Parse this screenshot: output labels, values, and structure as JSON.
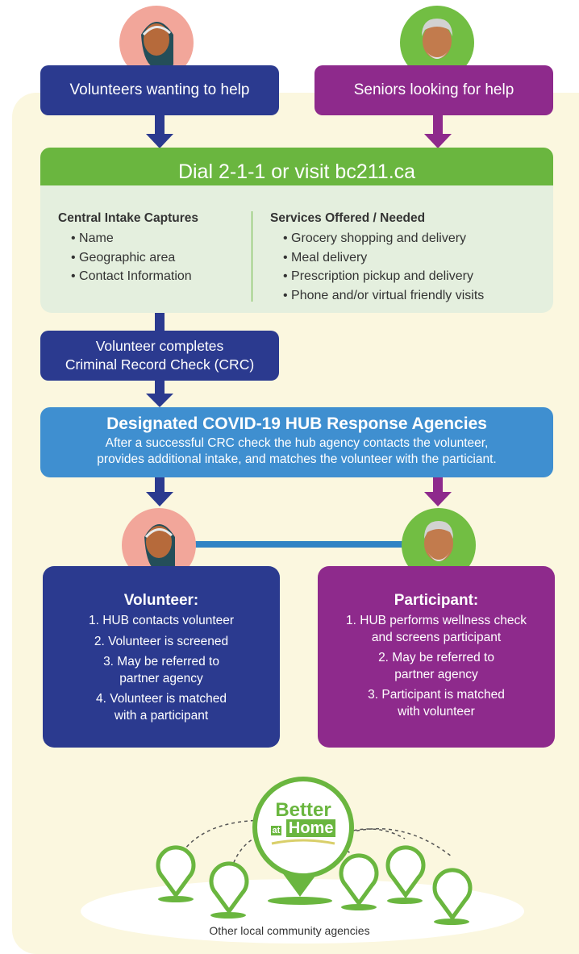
{
  "top": {
    "volunteers_label": "Volunteers wanting to help",
    "seniors_label": "Seniors looking for help"
  },
  "dial": {
    "text": "Dial 2-1-1 or visit bc211.ca"
  },
  "intake": {
    "title": "Central Intake Captures",
    "items": [
      "Name",
      "Geographic area",
      "Contact Information"
    ]
  },
  "services": {
    "title": "Services Offered / Needed",
    "items": [
      "Grocery shopping and delivery",
      "Meal delivery",
      "Prescription pickup and delivery",
      "Phone and/or virtual friendly visits"
    ]
  },
  "crc": {
    "line1": "Volunteer completes",
    "line2": "Criminal Record Check (CRC)"
  },
  "hub": {
    "title": "Designated COVID-19 HUB Response Agencies",
    "line1": "After a successful CRC check the hub agency contacts the volunteer,",
    "line2": "provides additional intake, and matches the volunteer with the particiant."
  },
  "volunteer_card": {
    "title": "Volunteer:",
    "items": [
      "1. HUB contacts volunteer",
      "2. Volunteer is screened",
      "3. May be referred to",
      "partner agency",
      "4. Volunteer is matched",
      "with a participant"
    ]
  },
  "participant_card": {
    "title": "Participant:",
    "items": [
      "1. HUB performs wellness check",
      "and screens participant",
      "2. May be referred to",
      "partner agency",
      "3. Participant is matched",
      "with volunteer"
    ]
  },
  "logo": {
    "line1": "Better",
    "line2": "at",
    "line3": "Home"
  },
  "footer": {
    "caption": "Other local community agencies"
  },
  "colors": {
    "volunteer": "#2b3a8f",
    "senior": "#8e2a8c",
    "green": "#6ab63f",
    "hub_blue": "#3f8fd0",
    "panel": "#fbf7df",
    "light_green": "#e4efde"
  }
}
